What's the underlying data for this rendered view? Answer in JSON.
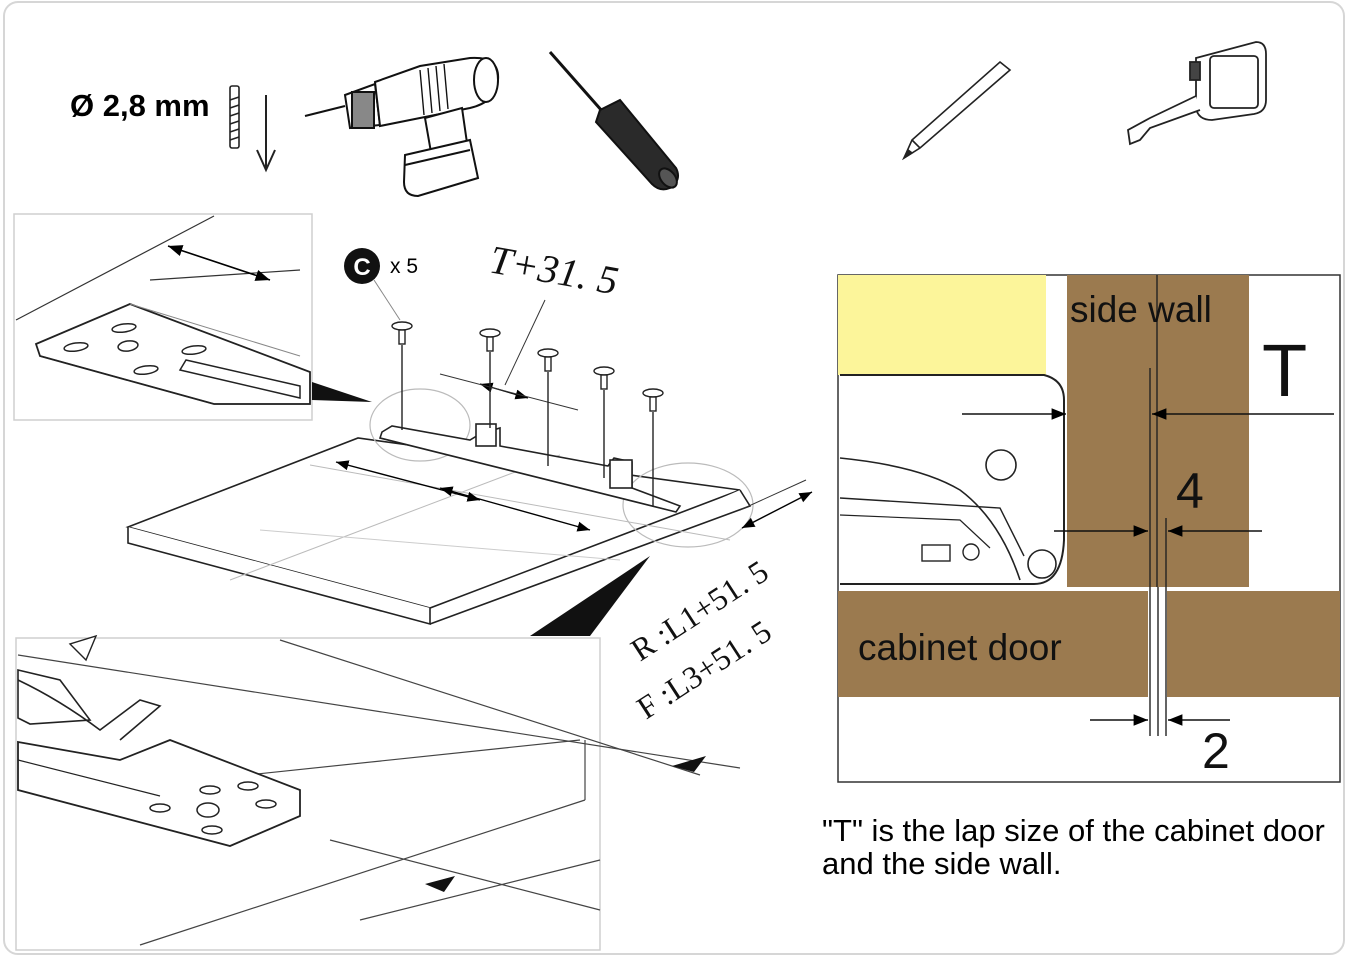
{
  "tools": {
    "drill_size": "Ø 2,8 mm",
    "items": [
      "screw-icon",
      "down-arrow-icon",
      "drill-icon",
      "screwdriver-icon",
      "pencil-icon",
      "tape-measure-icon"
    ]
  },
  "screws": {
    "badge": "C",
    "count": "x 5"
  },
  "dimensions": {
    "rear_offset": "T+31. 5",
    "rear_length": "R :L1+51. 5",
    "front_length": "F :L3+51. 5"
  },
  "detail": {
    "side_wall": "side wall",
    "cabinet_door": "cabinet door",
    "t_label": "T",
    "gap_4": "4",
    "gap_2": "2",
    "colors": {
      "wood": "#9b7a4f",
      "highlight": "#fcf59a"
    }
  },
  "caption": "\"T\" is the lap size of the cabinet door and the side wall."
}
